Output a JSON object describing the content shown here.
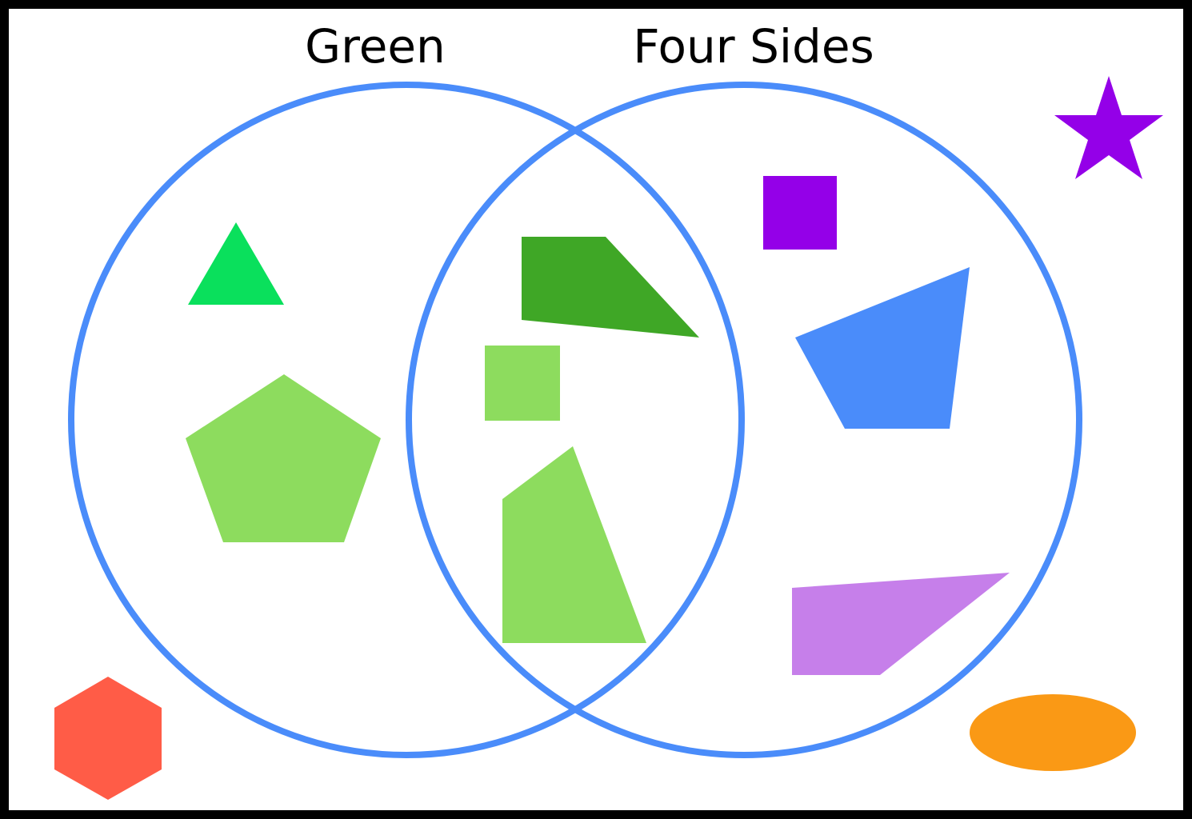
{
  "labels": {
    "left_set": "Green",
    "right_set": "Four Sides"
  },
  "colors": {
    "frame": "#000000",
    "background": "#FFFFFF",
    "circle_stroke": "#4A8CFA",
    "bright_green": "#0AE05C",
    "dark_green": "#3FA726",
    "light_green": "#8DDC5E",
    "purple": "#9400E8",
    "blue": "#4A8CFA",
    "lavender": "#C67FEA",
    "red": "#FF5C47",
    "orange": "#FA9915"
  },
  "shapes": [
    {
      "name": "triangle",
      "color": "bright_green",
      "region": "Green only"
    },
    {
      "name": "pentagon",
      "color": "light_green",
      "region": "Green only"
    },
    {
      "name": "trapezoid",
      "color": "dark_green",
      "region": "Green and Four Sides"
    },
    {
      "name": "square",
      "color": "light_green",
      "region": "Green and Four Sides"
    },
    {
      "name": "quadrilateral",
      "color": "light_green",
      "region": "Green and Four Sides"
    },
    {
      "name": "square",
      "color": "purple",
      "region": "Four Sides only"
    },
    {
      "name": "quadrilateral",
      "color": "blue",
      "region": "Four Sides only"
    },
    {
      "name": "trapezoid",
      "color": "lavender",
      "region": "Four Sides only"
    },
    {
      "name": "star",
      "color": "purple",
      "region": "Outside"
    },
    {
      "name": "hexagon",
      "color": "red",
      "region": "Outside"
    },
    {
      "name": "ellipse",
      "color": "orange",
      "region": "Outside"
    }
  ]
}
